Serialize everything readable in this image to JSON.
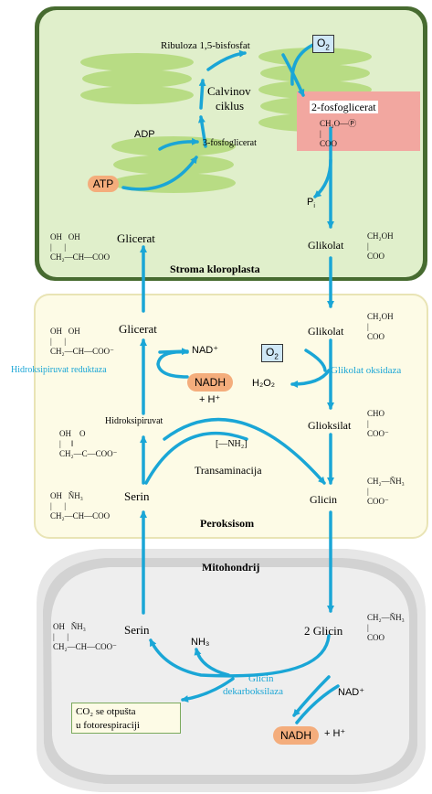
{
  "compartments": {
    "stroma": "Stroma kloroplasta",
    "peroxisome": "Peroksisom",
    "mitochondrion": "Mitohondrij"
  },
  "stroma": {
    "rubp": "Ribuloza 1,5-bisfosfat",
    "o2": "O",
    "o2_sub": "2",
    "calvin_line1": "Calvinov",
    "calvin_line2": "ciklus",
    "phosphoglycolate": "2-fosfoglicerat",
    "adp": "ADP",
    "pga": "3-fosfoglicerat",
    "atp": "ATP",
    "pi": "P",
    "pi_sub": "i",
    "glycerate": "Glicerat",
    "glycolate": "Glikolat",
    "phosphoglycolate_formula": "CH₂O—Ⓟ\n|\nCOO",
    "glycerate_formula": "OH   OH\n|      |\nCH₂—CH—COO",
    "glycolate_formula": "CH₂OH\n|\nCOO"
  },
  "peroxisome": {
    "glycerate": "Glicerat",
    "glycerate_formula": "OH   OH\n|      |\nCH₂—CH—COO⁻",
    "nad": "NAD⁺",
    "nadh": "NADH",
    "h_plus": "+ H⁺",
    "o2": "O",
    "o2_sub": "2",
    "h2o2": "H₂O₂",
    "glycolate": "Glikolat",
    "glycolate_formula": "CH₂OH\n|\nCOO",
    "enzyme_left": "Hidroksipiruvat reduktaza",
    "enzyme_right": "Glikolat oksidaza",
    "hydroxypyruvate": "Hidroksipiruvat",
    "hydroxypyruvate_formula": "OH    O\n|     ‖\nCH₂—C—COO⁻",
    "amino_group": "[—NH₂]",
    "glyoxylate": "Glioksilat",
    "glyoxylate_formula": "CHO\n|\nCOO⁻",
    "transamination": "Transaminacija",
    "serine": "Serin",
    "serine_formula": "OH   ŇH₃\n|      |\nCH₂—CH—COO",
    "glycine": "Glicin",
    "glycine_formula": "CH₂—ŇH₃\n|\nCOO⁻"
  },
  "mitochondrion": {
    "serine": "Serin",
    "serine_formula": "OH   ŇH₃\n|      |\nCH₂—CH—COO⁻",
    "glycine_coef": "2",
    "glycine": "Glicin",
    "glycine_formula": "CH₂—ŇH₃\n|\nCOO",
    "nh3": "NH₃",
    "enzyme_line1": "Glicin",
    "enzyme_line2": "dekarboksilaza",
    "nad": "NAD⁺",
    "co2_line1": "CO₂ se otpušta",
    "co2_line2": "u fotorespiraciji",
    "nadh": "NADH",
    "h_plus": "+ H⁺"
  },
  "colors": {
    "arrow": "#1aa6d6",
    "stroma_bg": "#e0efcb",
    "peroxisome_bg": "#fdfbe6",
    "mito_bg": "#e6e6e6",
    "pink_box": "#f2a7a0",
    "nadh_pill": "#f4ad7c"
  }
}
